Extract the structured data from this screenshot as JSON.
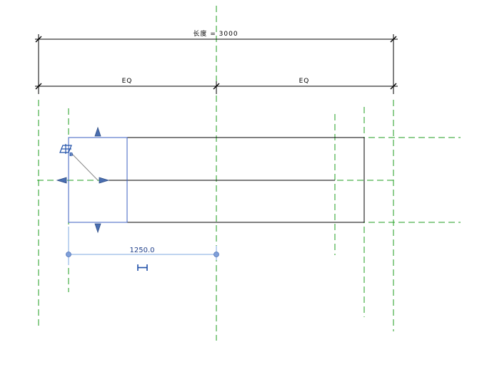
{
  "drawing": {
    "overall_dimension_label": "长度 = 3000",
    "eq_left_label": "EQ",
    "eq_right_label": "EQ",
    "temp_dimension_label": "1250.0",
    "pin_label": "B"
  },
  "colors": {
    "reference_plane": "#1f9d1f",
    "selection": "#3b5fc0",
    "temporary_dimension": "#7fa8e0",
    "control_arrow": "#4a6eb0"
  },
  "icons": {
    "control_arrow": "triangle-arrow-icon",
    "pin": "pin-icon",
    "dimension_toggle": "dimension-toggle-icon"
  }
}
